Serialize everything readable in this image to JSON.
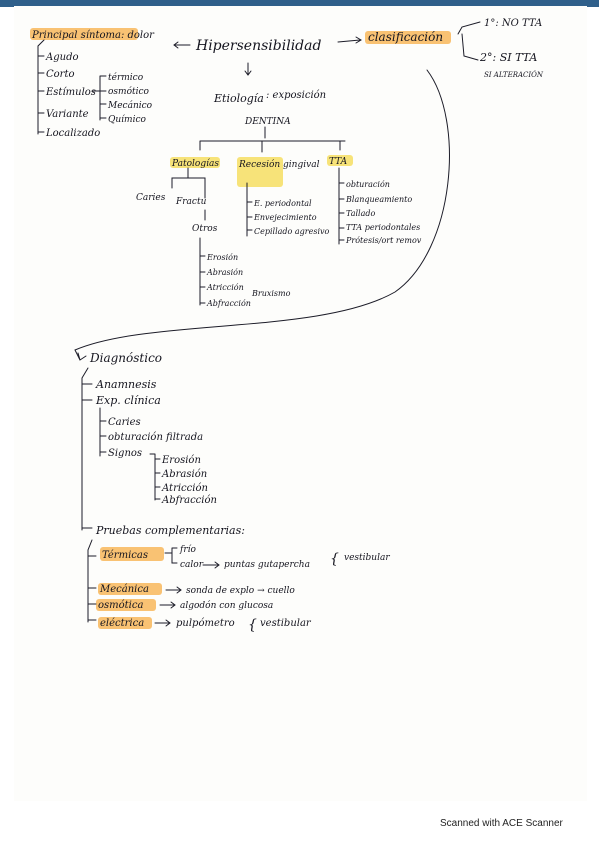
{
  "notes": {
    "sintoma_header": "Principal síntoma: dolor",
    "sintoma_items": [
      "Agudo",
      "Corto",
      "Estímulos",
      "Variante",
      "Localizado"
    ],
    "estimulos_items": [
      "térmico",
      "osmótico",
      "Mecánico",
      "Químico"
    ],
    "hipersensibilidad": "Hipersensibilidad",
    "clasificacion": "clasificación",
    "clas_1": "1°: NO TTA",
    "clas_2": "2°: SI TTA",
    "si_alteracion": "SI ALTERACIÓN",
    "etiologia_label": "Etiología",
    "etiologia_value": ": exposición",
    "dentina": "DENTINA",
    "patologias": "Patologías",
    "recesion": "Recesión gingival",
    "tta": "TTA",
    "caries": "Caries",
    "fractu": "Fractu",
    "otros": "Otros",
    "otros_items": [
      "Erosión",
      "Abrasión",
      "Atricción",
      "Abfracción"
    ],
    "bruxismo": "Bruxismo",
    "recesion_items": [
      "E. periodontal",
      "Envejecimiento",
      "Cepillado agresivo"
    ],
    "tta_items": [
      "obturación",
      "Blanqueamiento",
      "Tallado",
      "TTA periodontales",
      "Prótesis/ort remov"
    ],
    "diagnostico": "Diagnóstico",
    "anamnesis": "Anamnesis",
    "exp_clinica": "Exp. clínica",
    "exp_items": [
      "Caries",
      "obturación filtrada",
      "Signos"
    ],
    "signos_items": [
      "Erosión",
      "Abrasión",
      "Atricción",
      "Abfracción"
    ],
    "pruebas": "Pruebas complementarias:",
    "termicas": "Térmicas",
    "frio": "frío",
    "calor": "calor",
    "calor_detail": "puntas gutapercha",
    "vestibular": "vestibular",
    "mecanica": "Mecánica",
    "mecanica_detail": "sonda de explo → cuello",
    "osmotica": "osmótica",
    "osmotica_detail": "algodón con glucosa",
    "electrica": "eléctrica",
    "electrica_detail": "pulpómetro",
    "vestibular2": "vestibular"
  },
  "footer": {
    "scanner": "Scanned with ACE Scanner"
  }
}
